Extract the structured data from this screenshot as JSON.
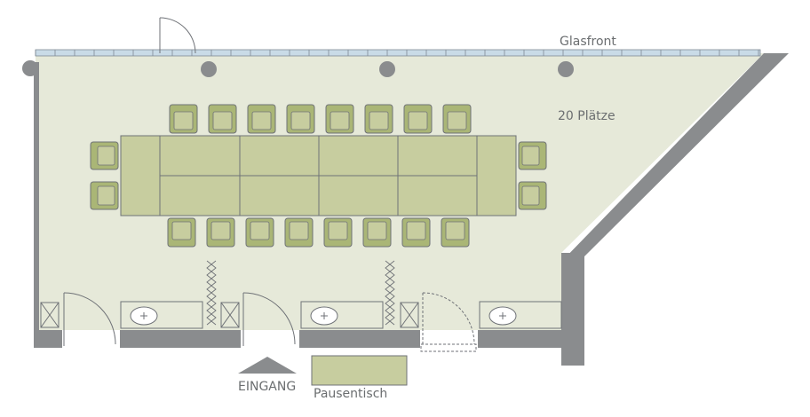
{
  "labels": {
    "glass_front": "Glasfront",
    "capacity": "20 Plätze",
    "entrance": "EINGANG",
    "break_table": "Pausentisch"
  },
  "seating": {
    "top_row_count": 8,
    "bottom_row_count": 8,
    "left_end_count": 2,
    "right_end_count": 2
  },
  "colors": {
    "floor": "#e6e9d9",
    "table": "#c7cd9f",
    "chair": "#aab676",
    "wall": "#8a8c8e",
    "line": "#6f7277",
    "glass": "#c9dbe7"
  }
}
